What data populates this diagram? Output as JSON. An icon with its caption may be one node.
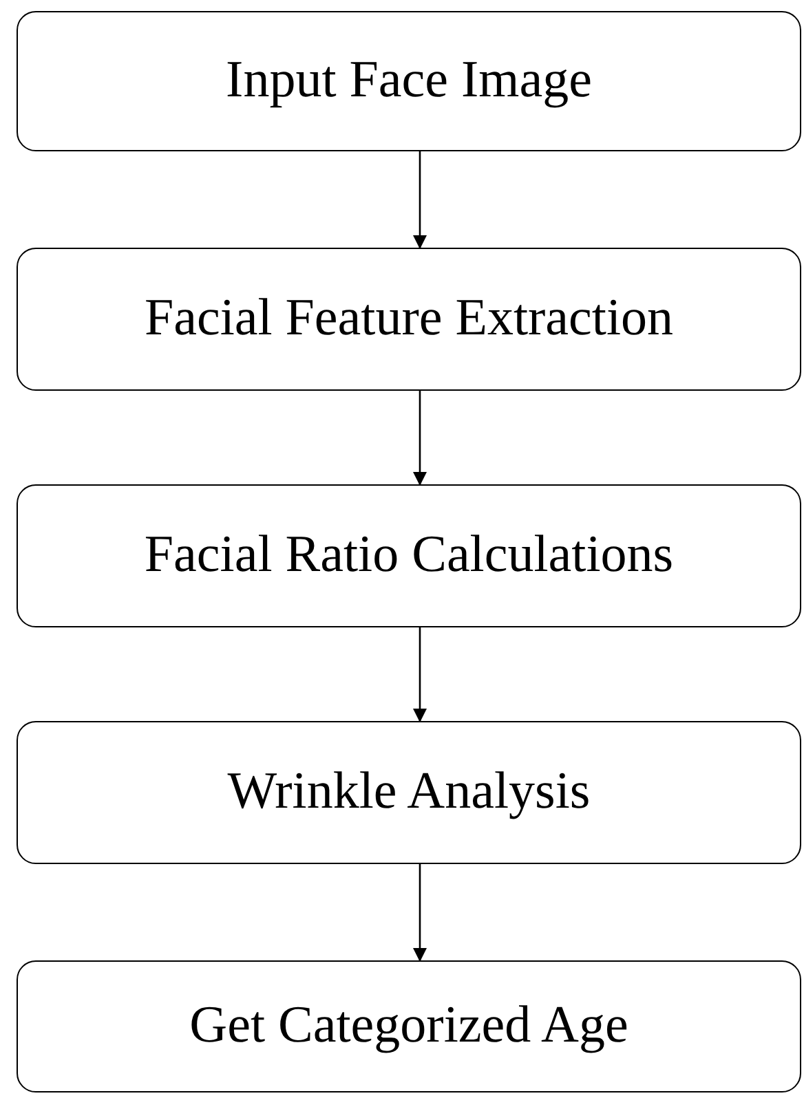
{
  "diagram": {
    "nodes": [
      {
        "text": [
          "Input Face Image"
        ]
      },
      {
        "text": [
          "Facial Feature Extraction"
        ]
      },
      {
        "text": [
          "Facial Ratio Calculations"
        ]
      },
      {
        "text": [
          "Wrinkle Analysis"
        ]
      },
      {
        "text": [
          "Get Categorized Age"
        ]
      }
    ],
    "edges": [
      {
        "from": 0,
        "to": 1,
        "arrow": "to"
      },
      {
        "from": 1,
        "to": 2,
        "arrow": "to"
      },
      {
        "from": 2,
        "to": 3,
        "arrow": "to"
      },
      {
        "from": 3,
        "to": 4,
        "arrow": "to"
      }
    ]
  }
}
